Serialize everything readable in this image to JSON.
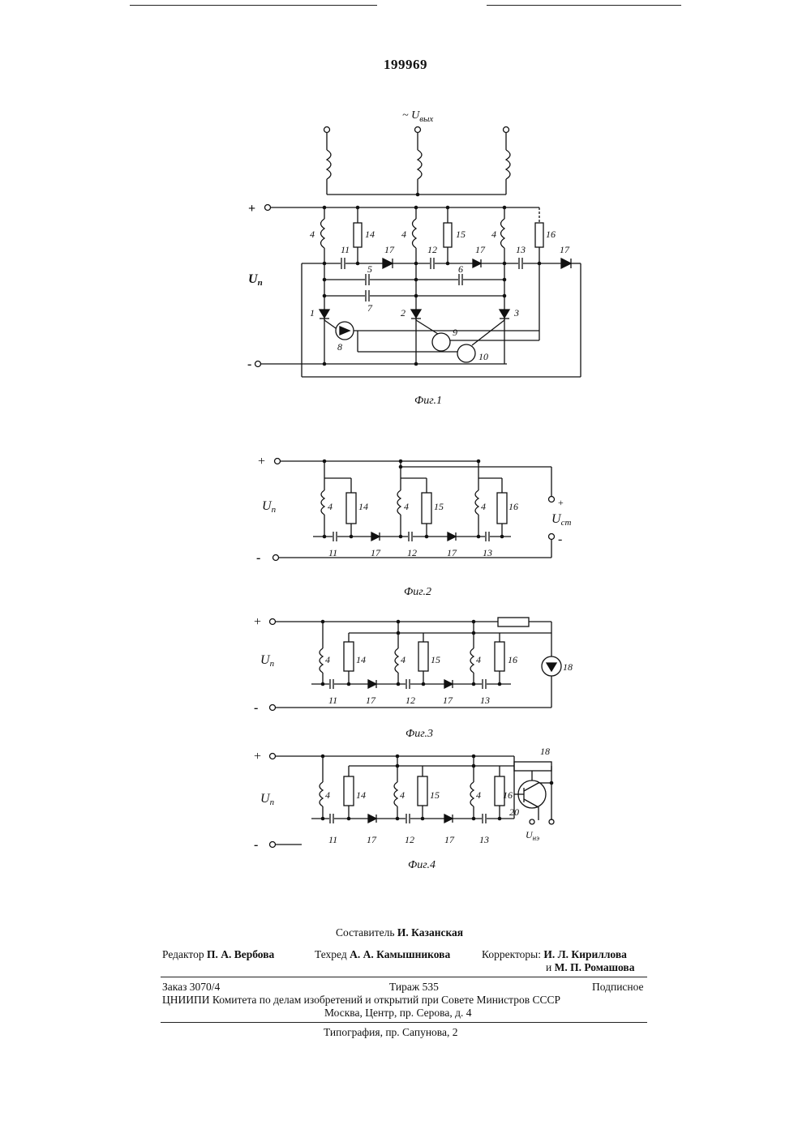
{
  "header": {
    "patent_number": "199969"
  },
  "fig1": {
    "caption": "Фиг.1",
    "output_label": "~ U",
    "output_subscript": "вых",
    "supply_label": "U",
    "supply_subscript": "п",
    "plus": "+",
    "minus": "-",
    "labels": [
      "4",
      "14",
      "11",
      "17",
      "5",
      "7",
      "4",
      "15",
      "12",
      "17",
      "6",
      "4",
      "16",
      "13",
      "17",
      "1",
      "8",
      "2",
      "9",
      "3",
      "10"
    ]
  },
  "fig2": {
    "caption": "Фиг.2",
    "supply_label": "U",
    "supply_subscript": "п",
    "out_label": "U",
    "out_subscript": "ст",
    "plus": "+",
    "minus": "-",
    "labels": [
      "4",
      "14",
      "4",
      "15",
      "4",
      "16",
      "11",
      "17",
      "12",
      "17",
      "13"
    ]
  },
  "fig3": {
    "caption": "Фиг.3",
    "supply_label": "U",
    "supply_subscript": "п",
    "plus": "+",
    "minus": "-",
    "labels": [
      "4",
      "14",
      "4",
      "15",
      "4",
      "16",
      "18",
      "11",
      "17",
      "12",
      "17",
      "13"
    ]
  },
  "fig4": {
    "caption": "Фиг.4",
    "supply_label": "U",
    "supply_subscript": "п",
    "out_label": "U",
    "out_subscript": "нэ",
    "plus": "+",
    "minus": "-",
    "labels": [
      "4",
      "14",
      "4",
      "15",
      "4",
      "16",
      "18",
      "20",
      "11",
      "17",
      "12",
      "17",
      "13"
    ]
  },
  "footer": {
    "compiler_prefix": "Составитель",
    "compiler_name": "И. Казанская",
    "editor_prefix": "Редактор",
    "editor_name": "П. А. Вербова",
    "techred_prefix": "Техред",
    "techred_name": "А. А. Камышникова",
    "correctors_prefix": "Корректоры:",
    "corrector1": "И. Л. Кириллова",
    "corrector2_prefix": "и",
    "corrector2": "М. П. Ромашова",
    "order": "Заказ 3070/4",
    "circulation": "Тираж 535",
    "subscription": "Подписное",
    "org_line1": "ЦНИИПИ Комитета по делам изобретений и открытий при Совете Министров СССР",
    "org_line2": "Москва, Центр, пр. Серова, д. 4",
    "printer": "Типография, пр. Сапунова, 2"
  }
}
